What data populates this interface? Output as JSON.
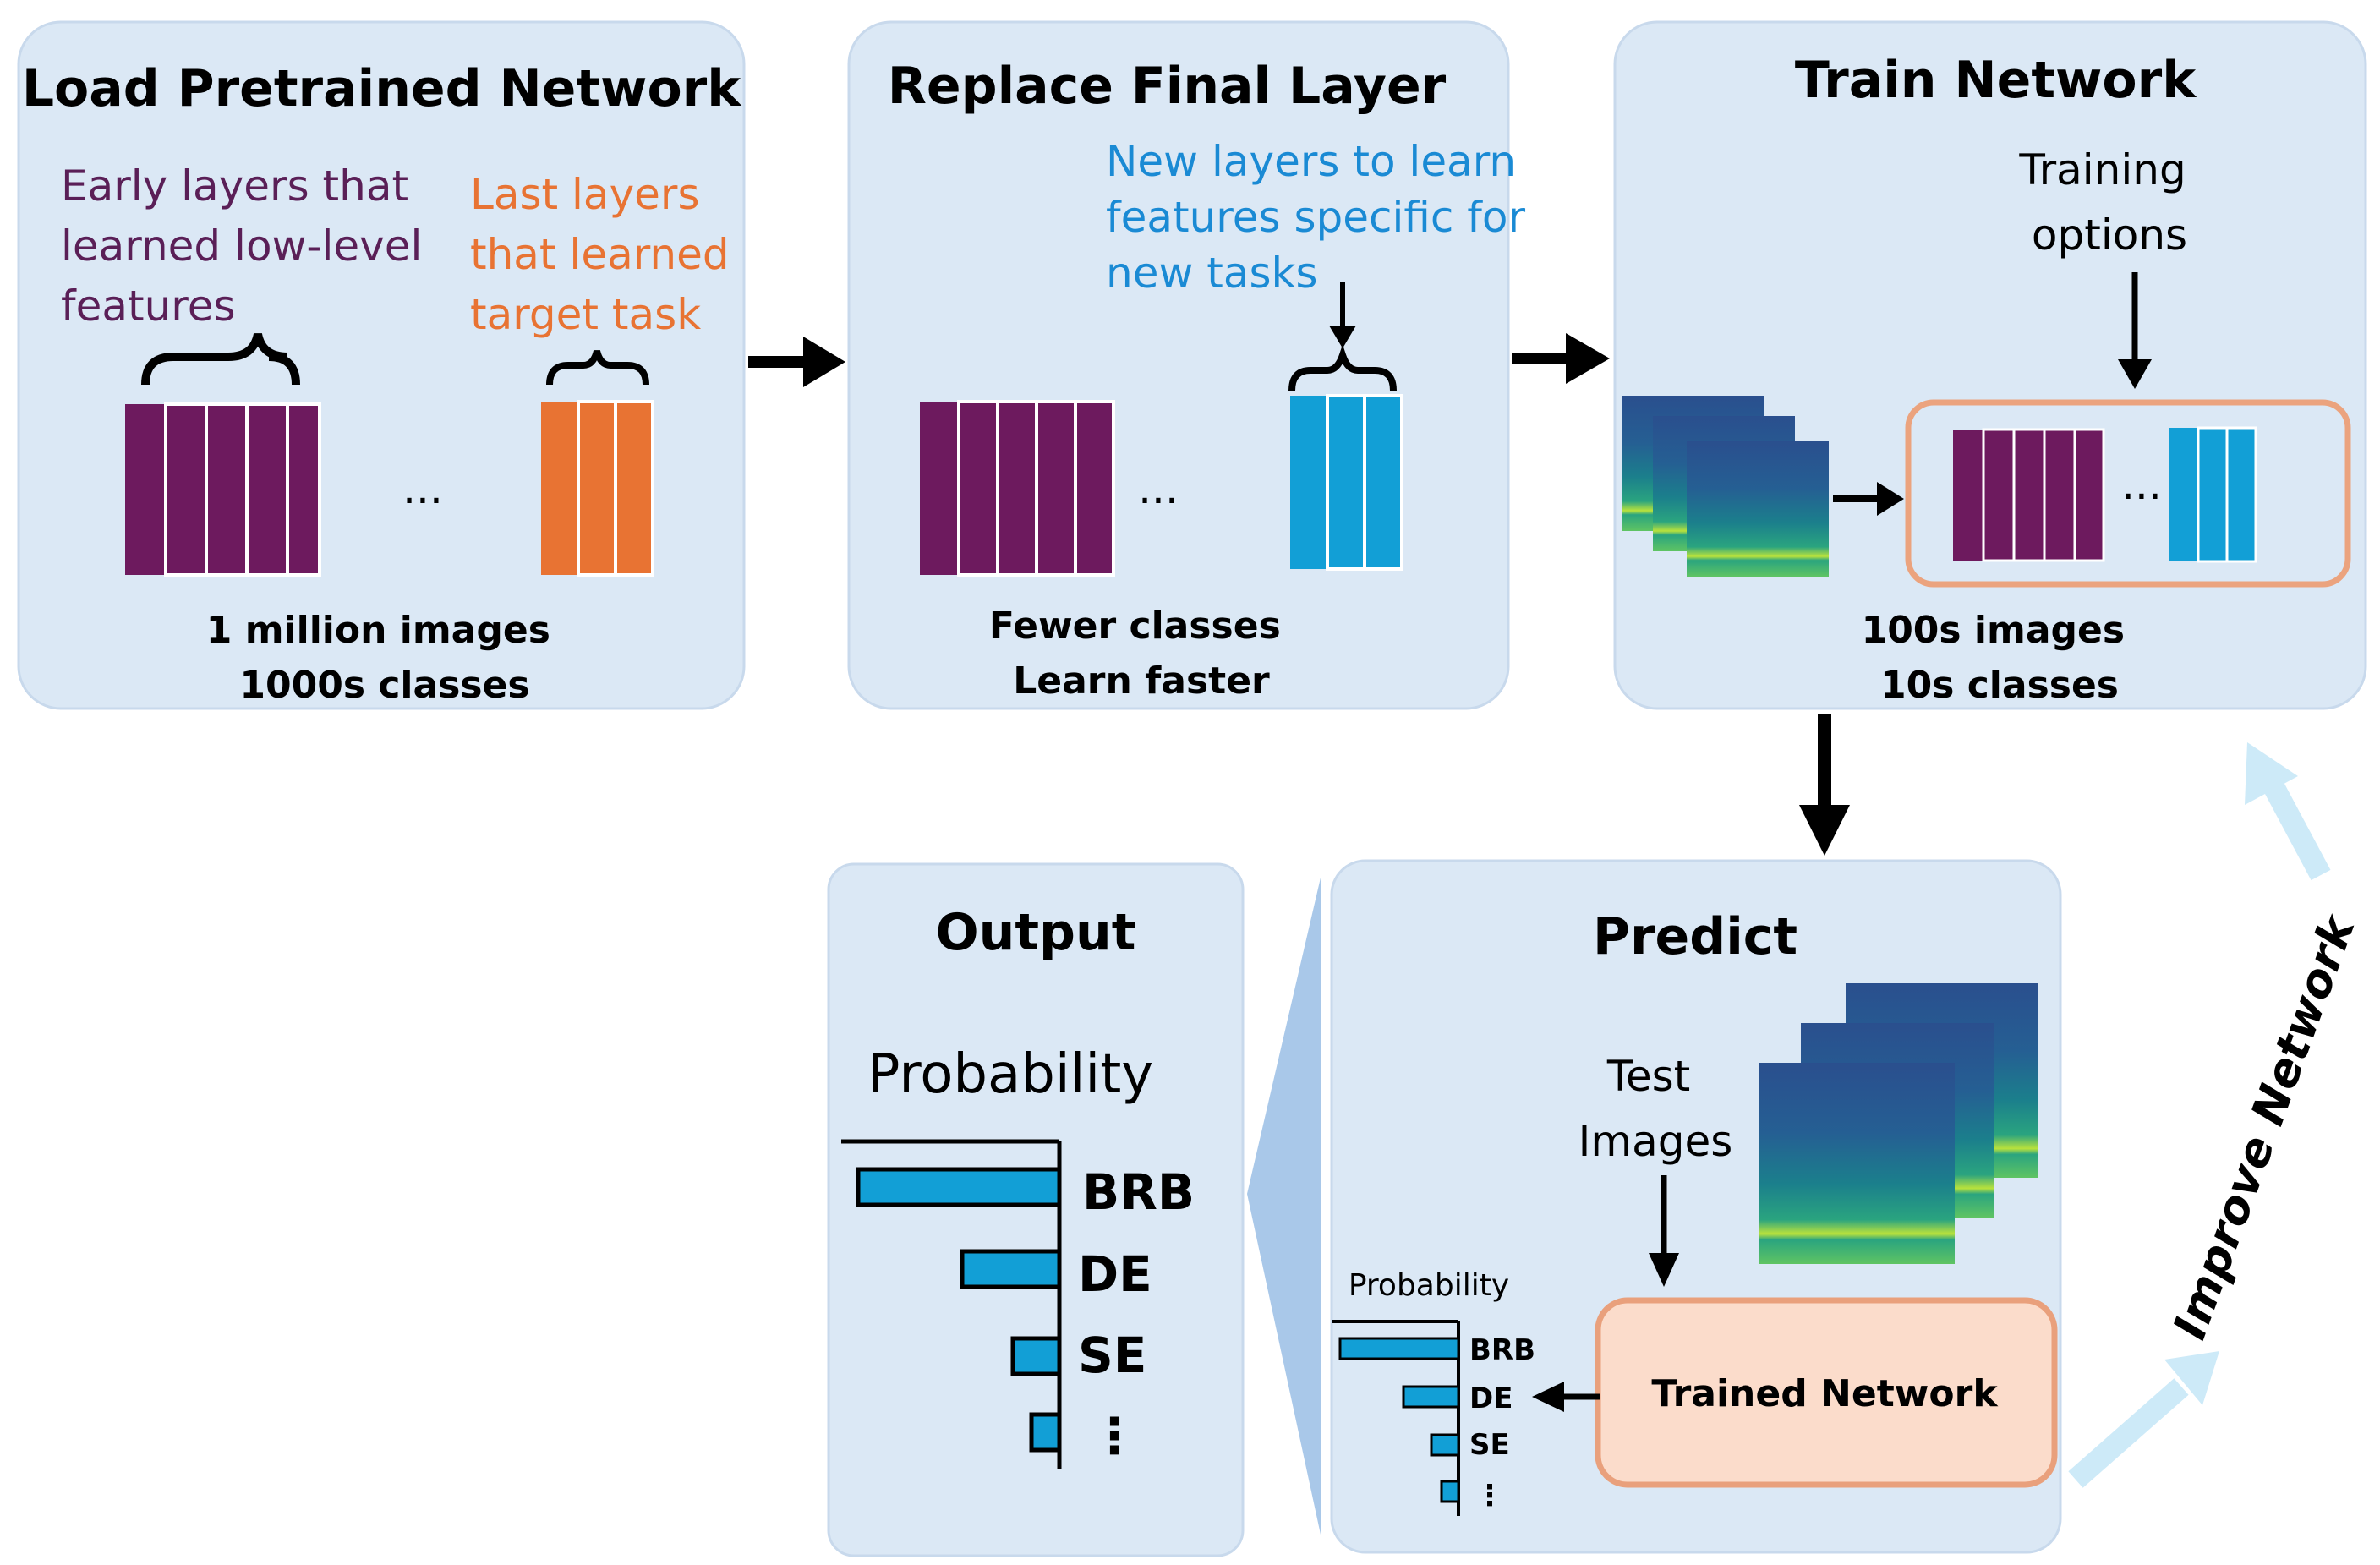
{
  "panels": {
    "load": {
      "title": "Load Pretrained Network",
      "early_note": [
        "Early layers that",
        "learned low-level",
        "features"
      ],
      "last_note": [
        "Last layers",
        "that learned",
        "target task"
      ],
      "ellipsis": "...",
      "footer": [
        "1 million images",
        "1000s classes"
      ]
    },
    "replace": {
      "title": "Replace Final Layer",
      "new_note": [
        "New layers to learn",
        "features specific for",
        "new tasks"
      ],
      "ellipsis": "...",
      "footer": [
        "Fewer classes",
        "Learn faster"
      ]
    },
    "train": {
      "title": "Train Network",
      "options_note": [
        "Training",
        "options"
      ],
      "ellipsis": "...",
      "footer": [
        "100s images",
        "10s classes"
      ]
    },
    "predict": {
      "title": "Predict",
      "test_note": [
        "Test",
        "Images"
      ],
      "trained_label": "Trained Network",
      "prob_label": "Probability",
      "classes": [
        "BRB",
        "DE",
        "SE"
      ],
      "more": "⋮"
    },
    "output": {
      "title": "Output",
      "prob_label": "Probability",
      "classes": [
        "BRB",
        "DE",
        "SE"
      ],
      "more": "⋮"
    }
  },
  "improve_label": "Improve Network",
  "colors": {
    "panel": "#dbe8f5",
    "purple": "#6d1a5e",
    "orange": "#e87333",
    "blue": "#129fd6",
    "purple_text": "#5a1f57",
    "orange_text": "#e87333",
    "blue_text": "#1a8ad4",
    "trained_fill": "#fbdccb",
    "trained_border": "#e9a07c",
    "improve_arrow": "#cdeaf8"
  }
}
